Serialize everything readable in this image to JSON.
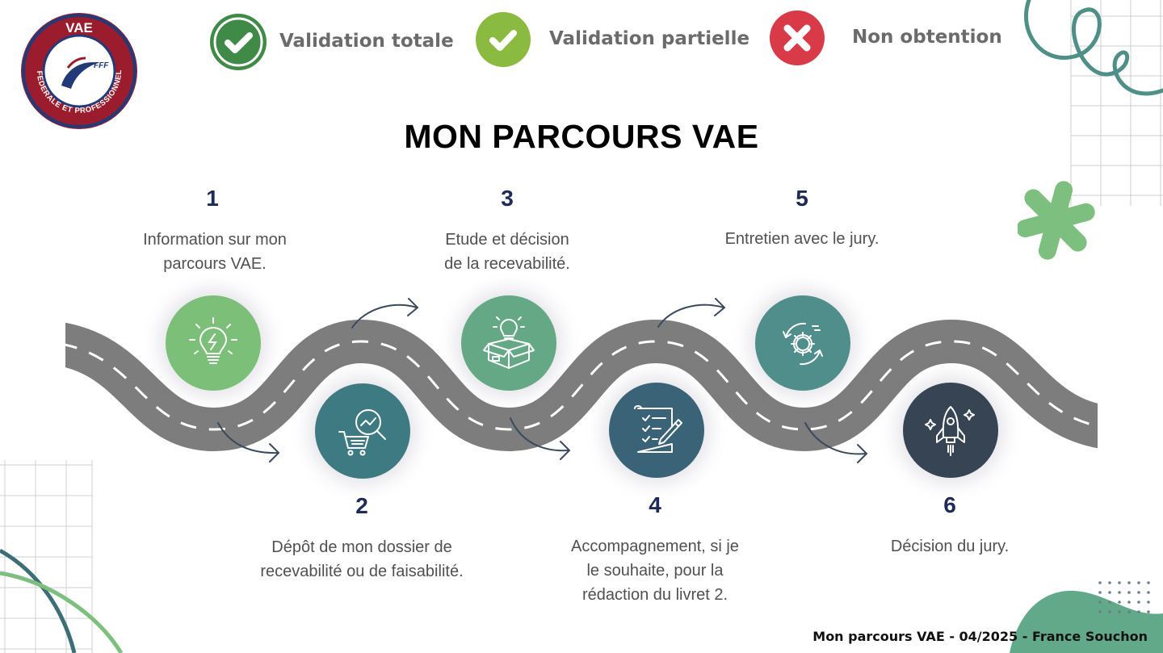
{
  "logo": {
    "top_text": "VAE",
    "ring_text": "FEDERALE ET PROFESSIONNELLE",
    "badge_text": "FFF",
    "colors": {
      "ring": "#9b1c2c",
      "navy": "#233a78"
    }
  },
  "legend": [
    {
      "label": "Validation totale",
      "icon": "check-icon",
      "color": "#3e8a46"
    },
    {
      "label": "Validation partielle",
      "icon": "check-icon",
      "color": "#8bba41"
    },
    {
      "label": "Non obtention",
      "icon": "close-icon",
      "color": "#d93a48"
    }
  ],
  "title": "MON PARCOURS VAE",
  "steps": [
    {
      "number": "1",
      "lines": [
        "Information sur mon",
        "parcours VAE."
      ],
      "icon": "lightbulb-icon",
      "color": "#7bbf78"
    },
    {
      "number": "2",
      "lines": [
        "Dépôt de mon dossier de",
        "recevabilité ou de faisabilité."
      ],
      "icon": "shopping-cart-search-icon",
      "color": "#3d7a82"
    },
    {
      "number": "3",
      "lines": [
        "Etude et décision",
        "de la recevabilité."
      ],
      "icon": "idea-box-icon",
      "color": "#64a885"
    },
    {
      "number": "4",
      "lines": [
        "Accompagnement, si je",
        "le souhaite, pour la",
        "rédaction du livret 2."
      ],
      "icon": "checklist-pen-icon",
      "color": "#3a6377"
    },
    {
      "number": "5",
      "lines": [
        "Entretien avec le jury."
      ],
      "icon": "gear-cycle-icon",
      "color": "#4f8e8a"
    },
    {
      "number": "6",
      "lines": [
        "Décision du jury."
      ],
      "icon": "rocket-icon",
      "color": "#364454"
    }
  ],
  "footer": "Mon parcours VAE - 04/2025 - France Souchon",
  "colors": {
    "road": "#7d7d7d",
    "road_dash": "#ffffff",
    "arrow": "#3a4a5c",
    "deco_green": "#7cbf7e",
    "deco_teal": "#4e8f88"
  }
}
